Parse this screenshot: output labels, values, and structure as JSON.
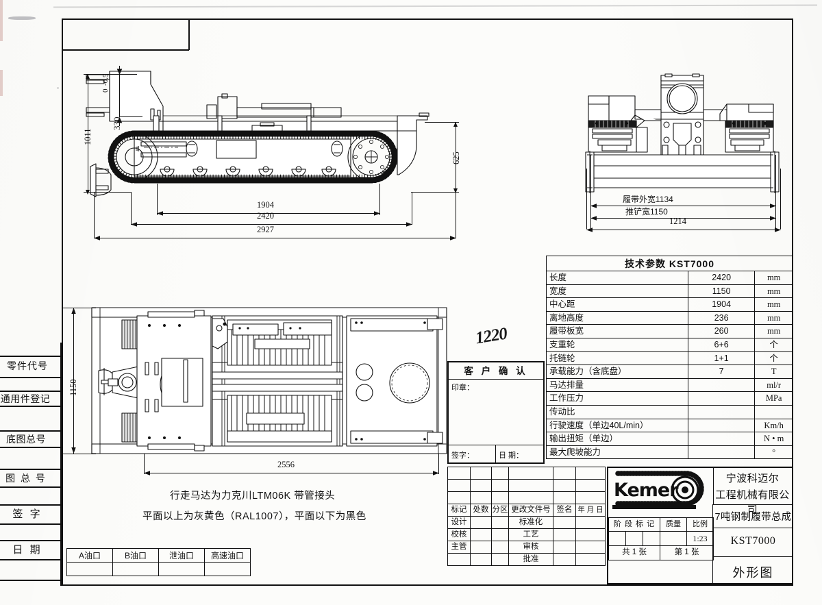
{
  "document": {
    "drawing_name": "外形图",
    "drawing_number": "KST7000",
    "product_name": "7吨钢制履带总成",
    "company_line1": "宁波科迈尔",
    "company_line2": "工程机械有限公司",
    "logo_text": "Kemer",
    "scale": "1:23",
    "sheet_total": "共 1 张",
    "sheet_index": "第 1 张"
  },
  "spec_table": {
    "title": "技术参数   KST7000",
    "rows": [
      {
        "name": "长度",
        "value": "2420",
        "unit": "mm"
      },
      {
        "name": "宽度",
        "value": "1150",
        "unit": "mm"
      },
      {
        "name": "中心距",
        "value": "1904",
        "unit": "mm"
      },
      {
        "name": "离地高度",
        "value": "236",
        "unit": "mm"
      },
      {
        "name": "履带板宽",
        "value": "260",
        "unit": "mm"
      },
      {
        "name": "支重轮",
        "value": "6+6",
        "unit": "个"
      },
      {
        "name": "托链轮",
        "value": "1+1",
        "unit": "个"
      },
      {
        "name": "承载能力（含底盘）",
        "value": "7",
        "unit": "T"
      },
      {
        "name": "马达排量",
        "value": "",
        "unit": "ml/r"
      },
      {
        "name": "工作压力",
        "value": "",
        "unit": "MPa"
      },
      {
        "name": "传动比",
        "value": "",
        "unit": ""
      },
      {
        "name": "行驶速度（单边40L/min）",
        "value": "",
        "unit": "Km/h"
      },
      {
        "name": "输出扭矩（单边）",
        "value": "",
        "unit": "N • m"
      },
      {
        "name": "最大爬坡能力",
        "value": "",
        "unit": "°"
      }
    ]
  },
  "customer_block": {
    "title": "客 户 确 认",
    "seal_label": "印章：",
    "signature_label": "签字：",
    "date_label": "日 期："
  },
  "revision_block": {
    "headers": [
      "标记",
      "处数",
      "分区",
      "更改文件号",
      "签名",
      "年 月 日"
    ],
    "role_rows": [
      {
        "left": "设计",
        "right": "标准化"
      },
      {
        "left": "校核",
        "right": "工艺"
      },
      {
        "left": "主管",
        "right": "审核"
      },
      {
        "left": "",
        "right": "批准"
      }
    ]
  },
  "title_block": {
    "stage_mark": "阶 段 标 记",
    "quality": "质量",
    "scale_label": "比例"
  },
  "left_margin": {
    "items": [
      "零件代号",
      "通用件登记",
      "底图总号",
      "图 总 号",
      "签    字",
      "日    期"
    ]
  },
  "oil_ports": {
    "headers": [
      "A油口",
      "B油口",
      "泄油口",
      "高速油口"
    ]
  },
  "notes": {
    "line1": "行走马达为力克川LTM06K  带管接头",
    "line2": "平面以上为灰黄色（RAL1007），平面以下为黑色"
  },
  "handwritten": {
    "value": "1220"
  },
  "dimensions": {
    "side_view": {
      "height_total": "1011",
      "blade_height": "330",
      "tolerance_upper": "0",
      "tolerance_lower": "-0.5",
      "rear_height": "625",
      "track_center": "1904",
      "length": "2420",
      "overall_length": "2927"
    },
    "front_view": {
      "track_outer_width_label": "履带外宽1134",
      "blade_width_label": "推铲宽1150",
      "overall_width": "1214"
    },
    "plan_view": {
      "width": "1150",
      "length": "2556"
    }
  }
}
